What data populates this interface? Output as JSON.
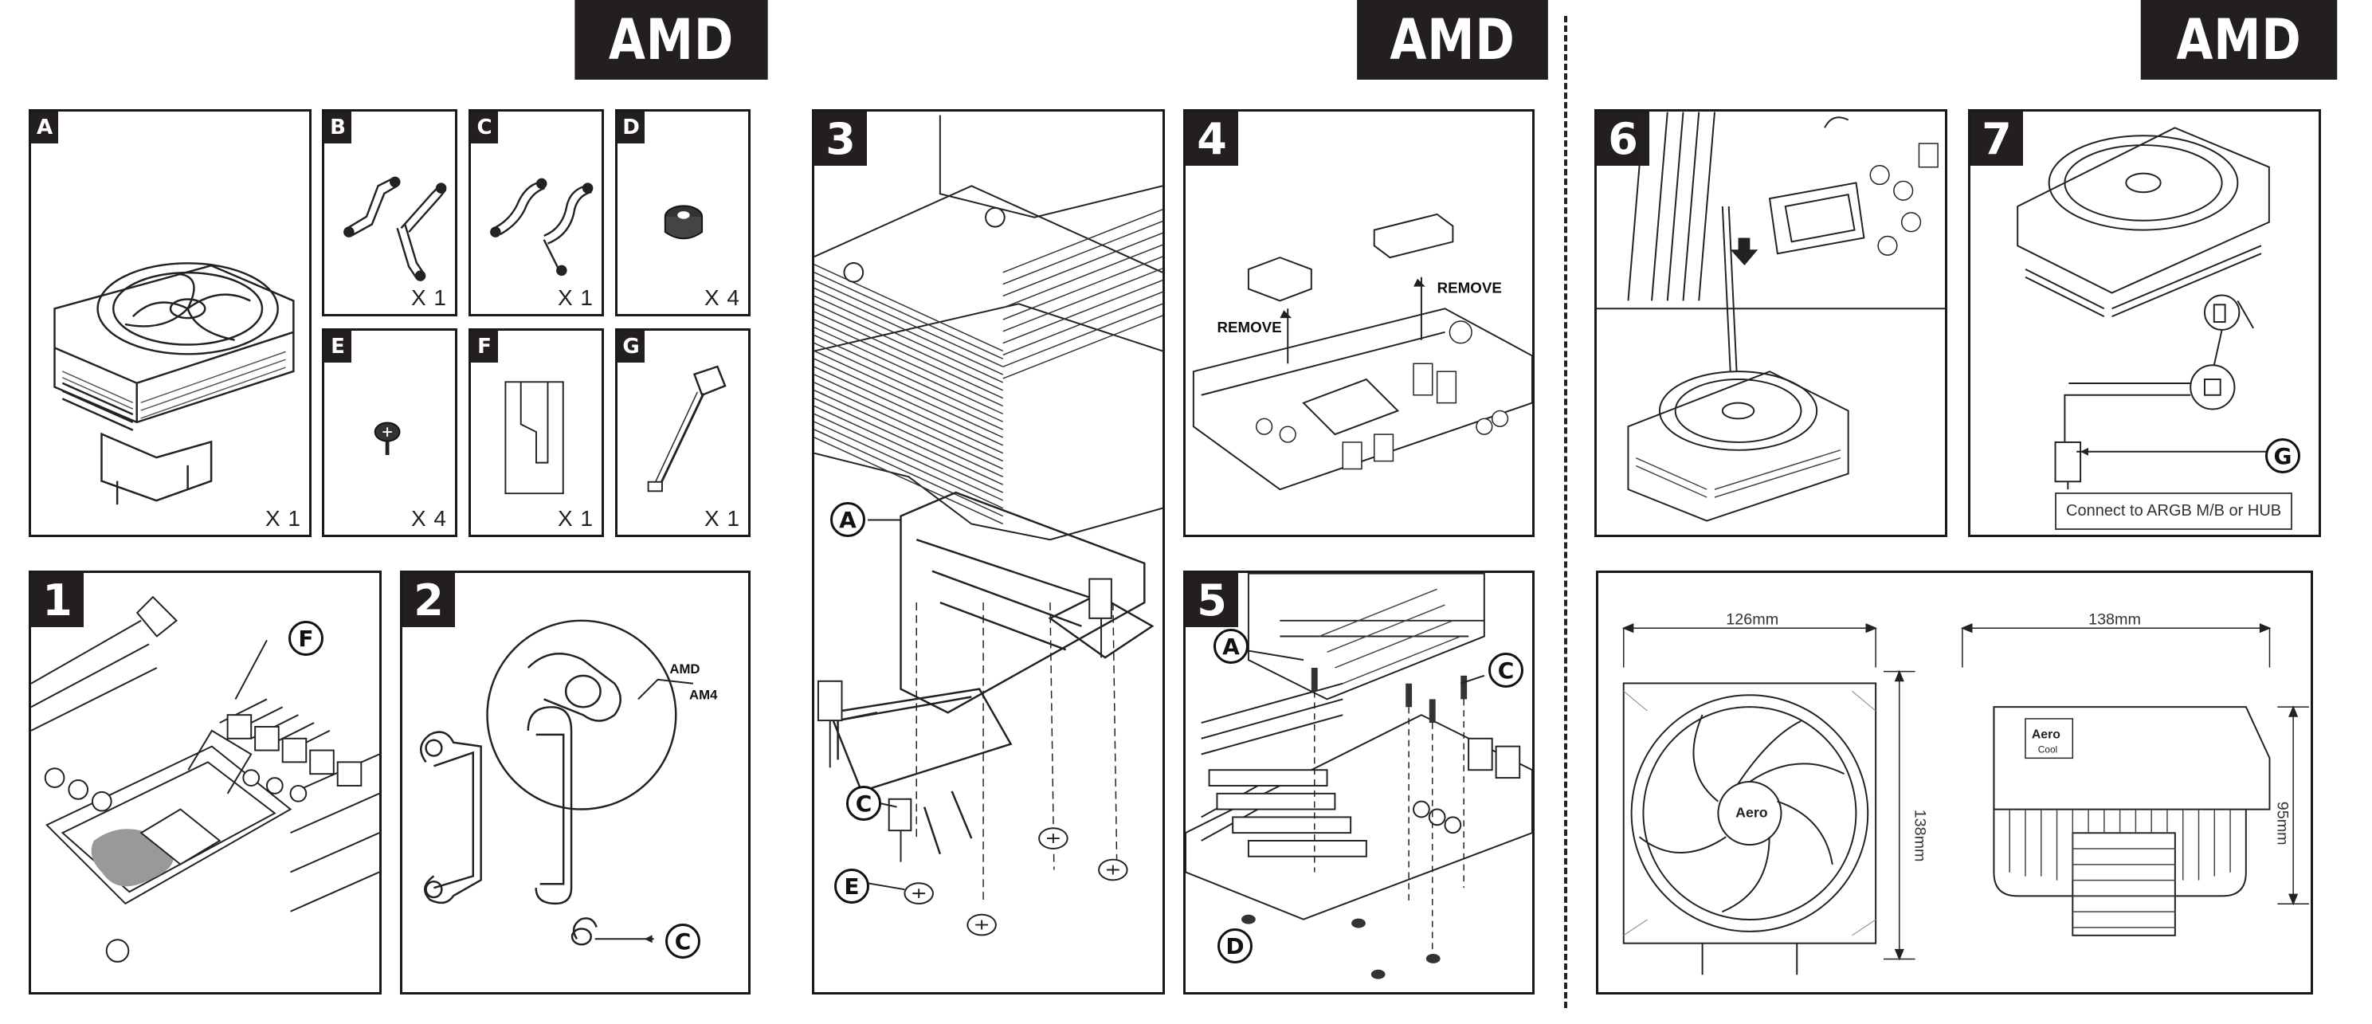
{
  "headers": [
    "AMD",
    "AMD",
    "AMD"
  ],
  "parts": [
    {
      "letter": "A",
      "qty": "X 1"
    },
    {
      "letter": "B",
      "qty": "X 1"
    },
    {
      "letter": "C",
      "qty": "X 1"
    },
    {
      "letter": "D",
      "qty": "X 4"
    },
    {
      "letter": "E",
      "qty": "X 4"
    },
    {
      "letter": "F",
      "qty": "X 1"
    },
    {
      "letter": "G",
      "qty": "X 1"
    }
  ],
  "steps": [
    "1",
    "2",
    "3",
    "4",
    "5",
    "6",
    "7"
  ],
  "step1": {
    "callout": "F"
  },
  "step2": {
    "callout": "C",
    "socket_labels": [
      "AMD",
      "AM4"
    ]
  },
  "step3": {
    "callouts": [
      "A",
      "C",
      "E"
    ]
  },
  "step4": {
    "remove_labels": [
      "REMOVE",
      "REMOVE"
    ]
  },
  "step5": {
    "callouts": [
      "A",
      "C",
      "D"
    ]
  },
  "step7": {
    "callout": "G",
    "connect_text": "Connect to ARGB M/B or HUB"
  },
  "dimensions": {
    "width_top": "126mm",
    "height_side": "138mm",
    "width_side": "138mm",
    "height_right": "95mm"
  },
  "brand": {
    "name": "Aero",
    "sub": "Cool"
  }
}
